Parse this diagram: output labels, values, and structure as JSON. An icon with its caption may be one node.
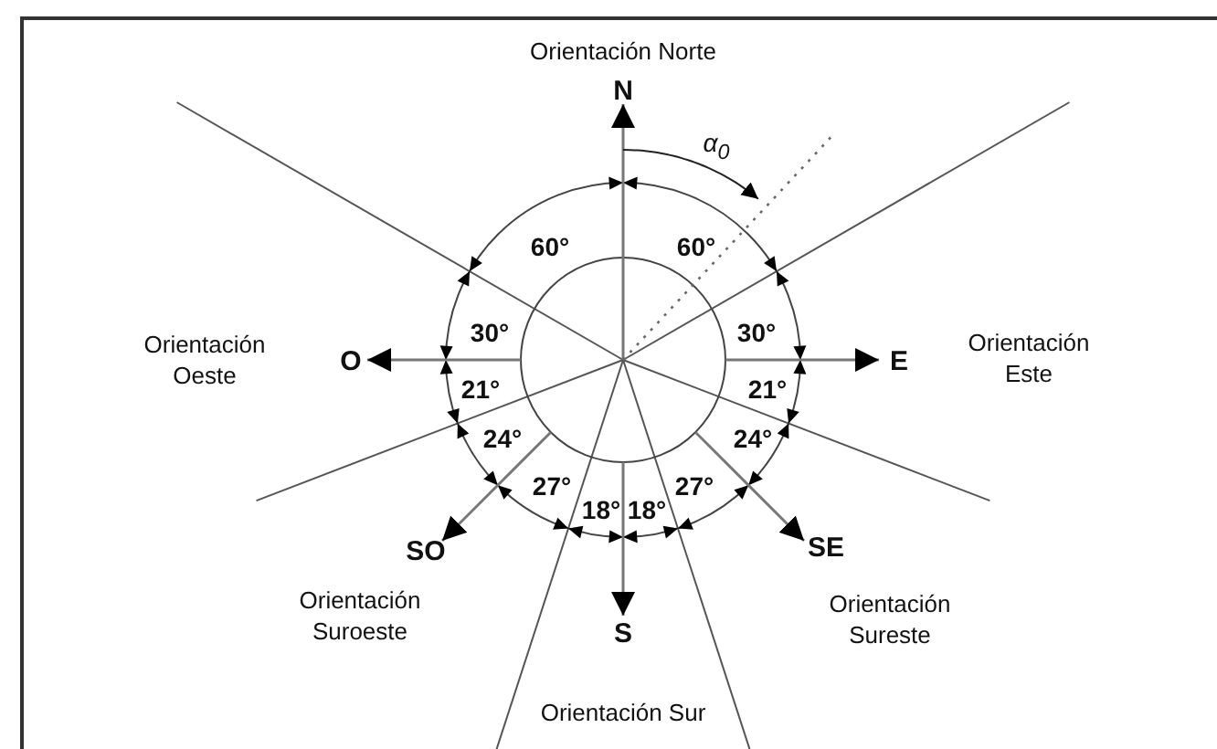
{
  "diagram": {
    "labels": [
      "Orientación Norte",
      "N",
      "α$_{0}$",
      "60°",
      "60°",
      "Orientación Oeste",
      "30°",
      "30°",
      "Orientación Este",
      "O",
      "E",
      "21°",
      "21°",
      "24°",
      "24°",
      "27°",
      "27°",
      "18°",
      "18°",
      "SO",
      "SE",
      "Orientación Suroeste",
      "Orientación Sureste",
      "S",
      "Orientación Sur"
    ]
  }
}
